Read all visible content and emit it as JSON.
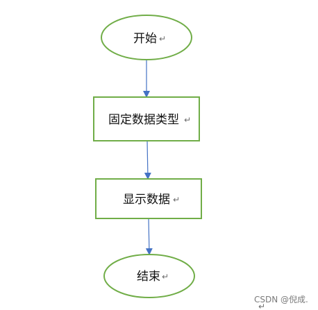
{
  "diagram": {
    "title": "",
    "nodes": [
      {
        "id": "start",
        "shape": "ellipse",
        "label": "开始",
        "mark": "↵"
      },
      {
        "id": "fix-type",
        "shape": "rect",
        "label": "固定数据类型",
        "mark": "↵"
      },
      {
        "id": "show-data",
        "shape": "rect",
        "label": "显示数据",
        "mark": "↵"
      },
      {
        "id": "end",
        "shape": "ellipse",
        "label": "结束",
        "mark": "↵"
      }
    ],
    "edges": [
      {
        "from": "start",
        "to": "fix-type"
      },
      {
        "from": "fix-type",
        "to": "show-data"
      },
      {
        "from": "show-data",
        "to": "end"
      }
    ],
    "colors": {
      "node_stroke": "#70ad47",
      "arrow": "#4472c4",
      "text": "#111111"
    }
  },
  "watermark": {
    "text": "CSDN @倪成.",
    "mark": "↵"
  }
}
